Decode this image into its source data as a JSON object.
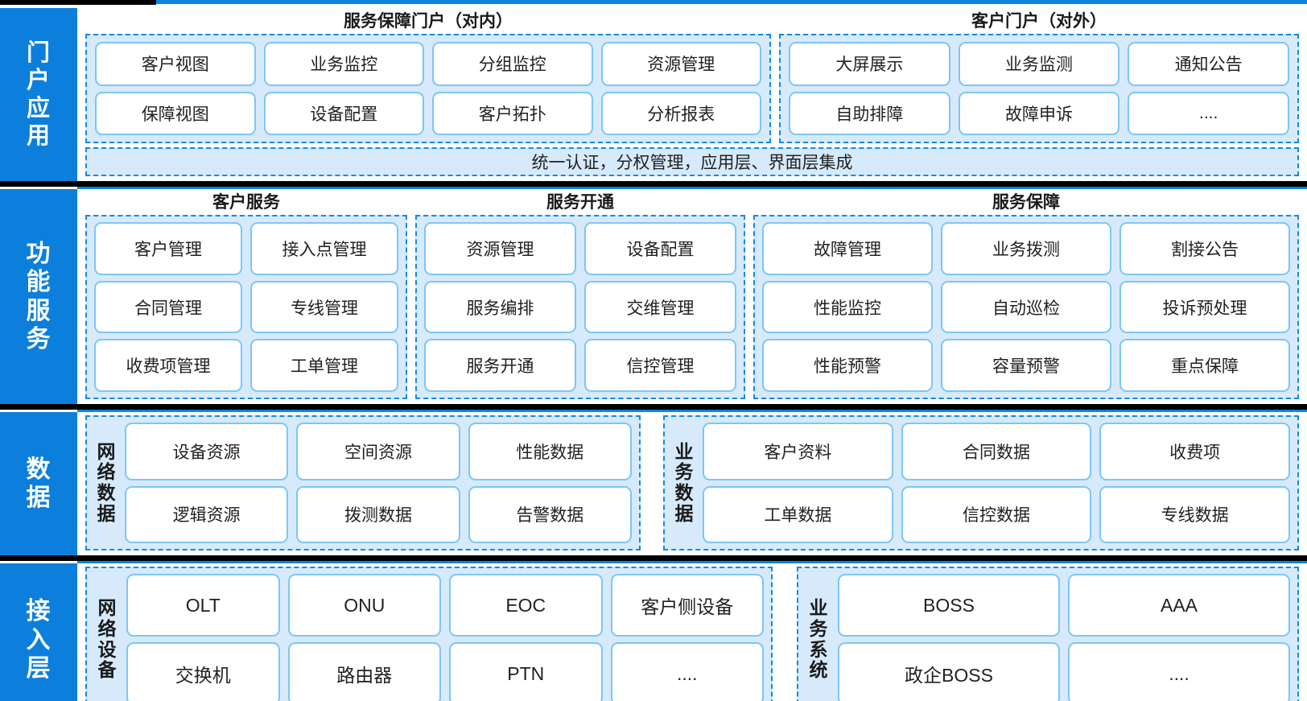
{
  "colors": {
    "layer_label_bg": "#0b7fdb",
    "group_dash_border": "#1288e8",
    "group_fill": "#d6eafc",
    "tile_border": "#7cc6f5",
    "tile_fill": "#ffffff",
    "separator": "#000000",
    "accent_line": "#0b85e0"
  },
  "layers": [
    {
      "id": "portal",
      "label_chars": [
        "门",
        "户",
        "应",
        "用"
      ],
      "groups": [
        {
          "id": "portal-internal",
          "title": "服务保障门户（对内）",
          "tiles": [
            "客户视图",
            "业务监控",
            "分组监控",
            "资源管理",
            "保障视图",
            "设备配置",
            "客户拓扑",
            "分析报表"
          ]
        },
        {
          "id": "portal-external",
          "title": "客户门户（对外）",
          "tiles": [
            "大屏展示",
            "业务监测",
            "通知公告",
            "自助排障",
            "故障申诉",
            "...."
          ]
        }
      ],
      "band": "统一认证，分权管理，应用层、界面层集成"
    },
    {
      "id": "function",
      "label_chars": [
        "功",
        "能",
        "服",
        "务"
      ],
      "groups": [
        {
          "id": "fn-customer",
          "title": "客户服务",
          "tiles": [
            "客户管理",
            "接入点管理",
            "合同管理",
            "专线管理",
            "收费项管理",
            "工单管理"
          ]
        },
        {
          "id": "fn-provision",
          "title": "服务开通",
          "tiles": [
            "资源管理",
            "设备配置",
            "服务编排",
            "交维管理",
            "服务开通",
            "信控管理"
          ]
        },
        {
          "id": "fn-assurance",
          "title": "服务保障",
          "tiles": [
            "故障管理",
            "业务拨测",
            "割接公告",
            "性能监控",
            "自动巡检",
            "投诉预处理",
            "性能预警",
            "容量预警",
            "重点保障"
          ]
        }
      ]
    },
    {
      "id": "data",
      "label_chars": [
        "数",
        "据"
      ],
      "groups": [
        {
          "id": "data-network",
          "side_label_chars": [
            "网",
            "络",
            "数",
            "据"
          ],
          "tiles": [
            "设备资源",
            "空间资源",
            "性能数据",
            "逻辑资源",
            "拨测数据",
            "告警数据"
          ]
        },
        {
          "id": "data-business",
          "side_label_chars": [
            "业",
            "务",
            "数",
            "据"
          ],
          "tiles": [
            "客户资料",
            "合同数据",
            "收费项",
            "工单数据",
            "信控数据",
            "专线数据"
          ]
        }
      ]
    },
    {
      "id": "access",
      "label_chars": [
        "接",
        "入",
        "层"
      ],
      "groups": [
        {
          "id": "access-network",
          "side_label_chars": [
            "网",
            "络",
            "设",
            "备"
          ],
          "tiles": [
            "OLT",
            "ONU",
            "EOC",
            "客户侧设备",
            "交换机",
            "路由器",
            "PTN",
            "...."
          ]
        },
        {
          "id": "access-business",
          "side_label_chars": [
            "业",
            "务",
            "系",
            "统"
          ],
          "tiles": [
            "BOSS",
            "AAA",
            "政企BOSS",
            "...."
          ]
        }
      ]
    }
  ]
}
